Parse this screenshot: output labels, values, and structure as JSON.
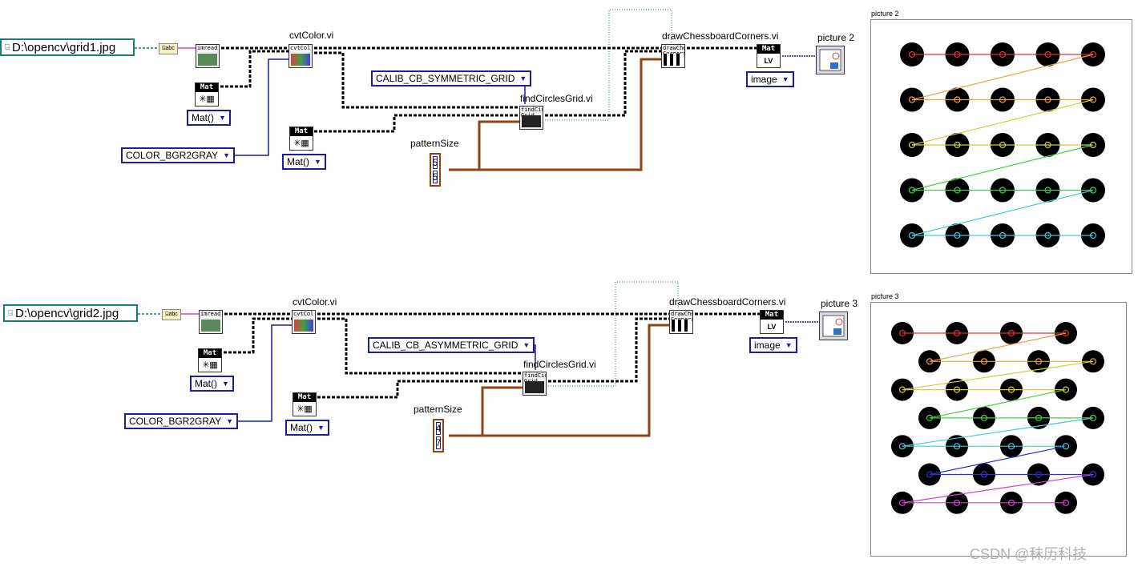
{
  "diagram1": {
    "path": "D:\\opencv\\grid1.jpg",
    "imread_label": "imread",
    "cvtcolor_title": "cvtColor.vi",
    "cvtcolor_icon_text": "cvtCol",
    "mat_label": "Mat",
    "mat_ring1": "Mat()",
    "mat_ring2": "Mat()",
    "color_ring": "COLOR_BGR2GRAY",
    "calib_ring": "CALIB_CB_SYMMETRIC_GRID",
    "find_title": "findCirclesGrid.vi",
    "find_icon_text": "findCir Grid",
    "pattern_label": "patternSize",
    "pattern_values": [
      "5",
      "5"
    ],
    "draw_title": "drawChessboardCorners.vi",
    "draw_icon_text": "drawChe Corners",
    "mat_lv_label": "Mat",
    "lv_text": "LV",
    "image_ring": "image",
    "picture_label": "picture 2",
    "panel_title": "picture 2",
    "grid_cols": 5,
    "grid_rows": 5,
    "grid_type": "symmetric",
    "row_colors": [
      "#e03030",
      "#f0a040",
      "#d4cc40",
      "#40d040",
      "#40c8e0"
    ]
  },
  "diagram2": {
    "path": "D:\\opencv\\grid2.jpg",
    "imread_label": "imread",
    "cvtcolor_title": "cvtColor.vi",
    "cvtcolor_icon_text": "cvtCol",
    "mat_label": "Mat",
    "mat_ring1": "Mat()",
    "mat_ring2": "Mat()",
    "color_ring": "COLOR_BGR2GRAY",
    "calib_ring": "CALIB_CB_ASYMMETRIC_GRID",
    "find_title": "findCirclesGrid.vi",
    "find_icon_text": "findCir Grid",
    "pattern_label": "patternSize",
    "pattern_values": [
      "4",
      "7"
    ],
    "draw_title": "drawChessboardCorners.vi",
    "draw_icon_text": "drawChe Corners",
    "mat_lv_label": "Mat",
    "lv_text": "LV",
    "image_ring": "image",
    "picture_label": "picture 3",
    "panel_title": "picture 3",
    "grid_cols": 4,
    "grid_rows": 7,
    "grid_type": "asymmetric",
    "row_colors": [
      "#e03030",
      "#f0a040",
      "#d4cc40",
      "#40d040",
      "#40c8e0",
      "#3030d0",
      "#d040d0"
    ]
  },
  "watermark": "CSDN @秣历科技"
}
